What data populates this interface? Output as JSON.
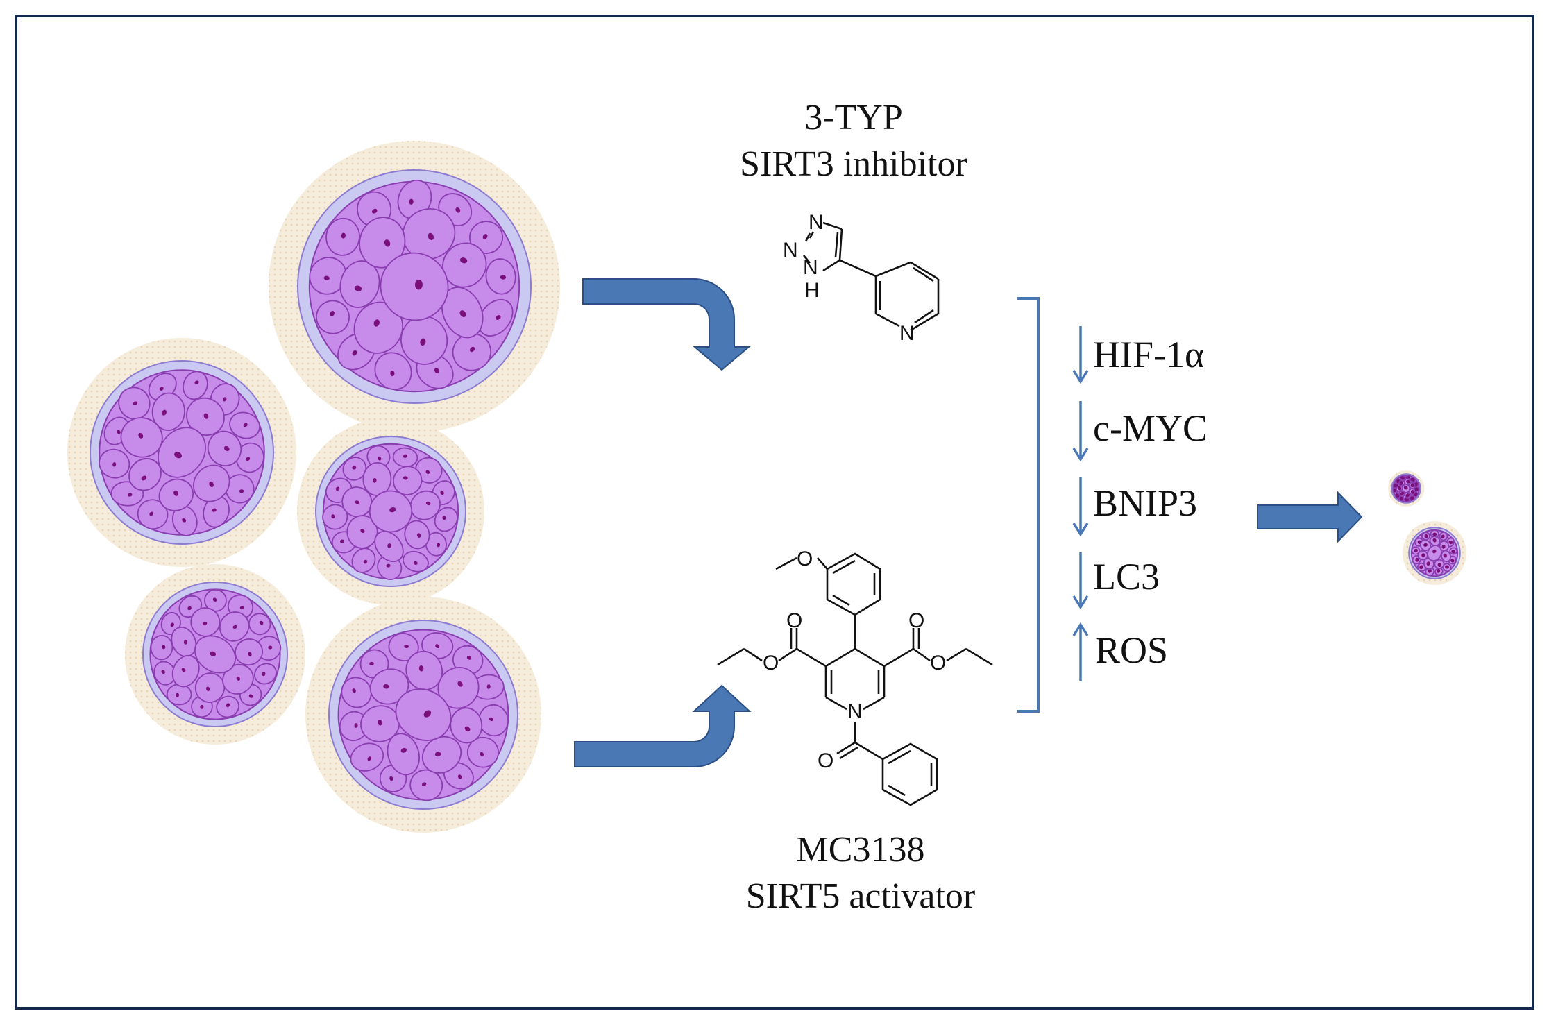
{
  "inhibitor": {
    "name": "3-TYP",
    "role": "SIRT3 inhibitor"
  },
  "activator": {
    "name": "MC3138",
    "role": "SIRT5 activator"
  },
  "markers": [
    {
      "label": "HIF-1α",
      "direction": "down"
    },
    {
      "label": "c-MYC",
      "direction": "down"
    },
    {
      "label": "BNIP3",
      "direction": "down"
    },
    {
      "label": "LC3",
      "direction": "down"
    },
    {
      "label": "ROS",
      "direction": "up"
    }
  ],
  "atoms": {
    "n": "N",
    "nh_n": "N",
    "nh_h": "H",
    "o": "O"
  },
  "colors": {
    "frame": "#13284a",
    "arrow": "#4a78b4",
    "cell_fill": "#c78bea",
    "cell_stroke": "#8a3db0",
    "nucleus": "#7a0f7a",
    "spheroid_ring": "#c9c9f2",
    "halo": "#f2e6d2"
  }
}
